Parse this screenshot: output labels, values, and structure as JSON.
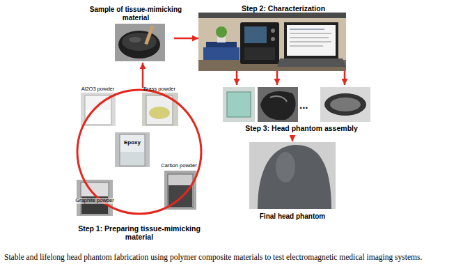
{
  "diagram": {
    "caption": "Stable and lifelong head phantom fabrication using polymer composite materials to test electromagnetic medical imaging systems.",
    "nodes": [
      {
        "text": [
          "Sample of tissue-mimicking material"
        ]
      },
      {
        "text": [
          "Step 2: Characterization"
        ]
      },
      {
        "text": [
          "Step 1: Preparing tissue-mimicking material"
        ]
      },
      {
        "text": [
          "Al2O3 powder"
        ],
        "in": 2
      },
      {
        "text": [
          "Brass powder"
        ],
        "in": 2
      },
      {
        "text": [
          "Epoxy"
        ],
        "in": 2
      },
      {
        "text": [
          "Graphite powder"
        ],
        "in": 2
      },
      {
        "text": [
          "Carbon powder"
        ],
        "in": 2
      },
      {
        "text": [
          "Step 3: Head phantom assembly"
        ]
      },
      {
        "text": [
          "Final head phantom"
        ]
      }
    ],
    "edges": [
      {
        "from": 2,
        "to": 0,
        "arrow": "to"
      },
      {
        "from": 0,
        "to": 1,
        "arrow": "to"
      },
      {
        "from": 1,
        "to": 8,
        "arrow": "to"
      },
      {
        "from": 1,
        "to": 8,
        "arrow": "to"
      },
      {
        "from": 1,
        "to": 8,
        "arrow": "to"
      },
      {
        "from": 8,
        "to": 9,
        "arrow": "to"
      }
    ],
    "labels": [
      "..."
    ]
  }
}
